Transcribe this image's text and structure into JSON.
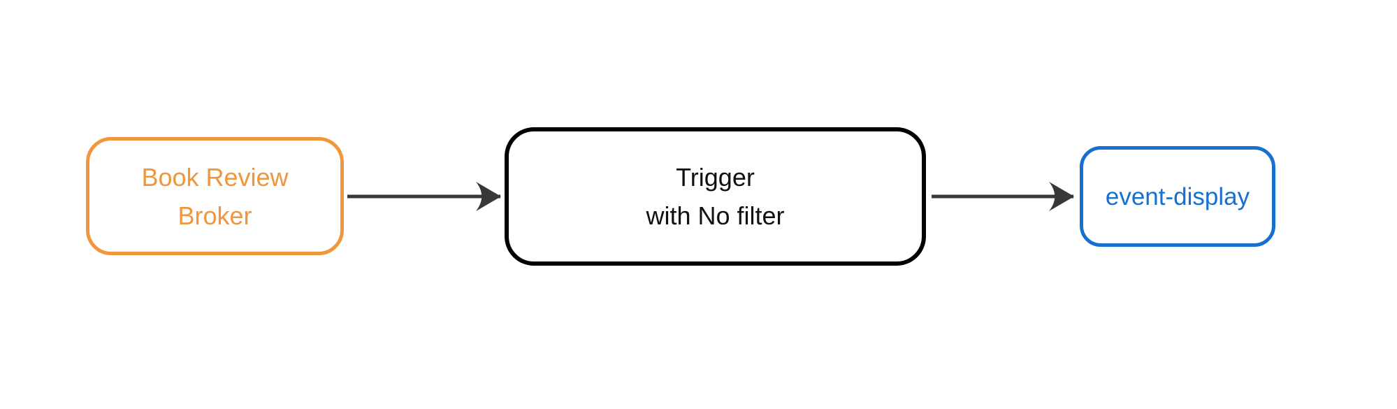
{
  "diagram": {
    "type": "flowchart-left-to-right",
    "background_color": "#ffffff",
    "arrow_color": "#383838",
    "nodes": [
      {
        "id": "book-review-broker",
        "label_line1": "Book Review",
        "label_line2": "Broker",
        "border_color": "#F0963C",
        "text_color": "#F0963C",
        "fill_color": "#ffffff"
      },
      {
        "id": "trigger-with-no-filter",
        "label_line1": "Trigger",
        "label_line2": "with No filter",
        "border_color": "#000000",
        "text_color": "#111111",
        "fill_color": "#ffffff"
      },
      {
        "id": "event-display",
        "label_line1": "event-display",
        "border_color": "#1670D0",
        "text_color": "#1670D0",
        "fill_color": "#ffffff"
      }
    ],
    "edges": [
      {
        "from": "book-review-broker",
        "to": "trigger-with-no-filter",
        "style": "solid-arrow"
      },
      {
        "from": "trigger-with-no-filter",
        "to": "event-display",
        "style": "solid-arrow"
      }
    ]
  }
}
